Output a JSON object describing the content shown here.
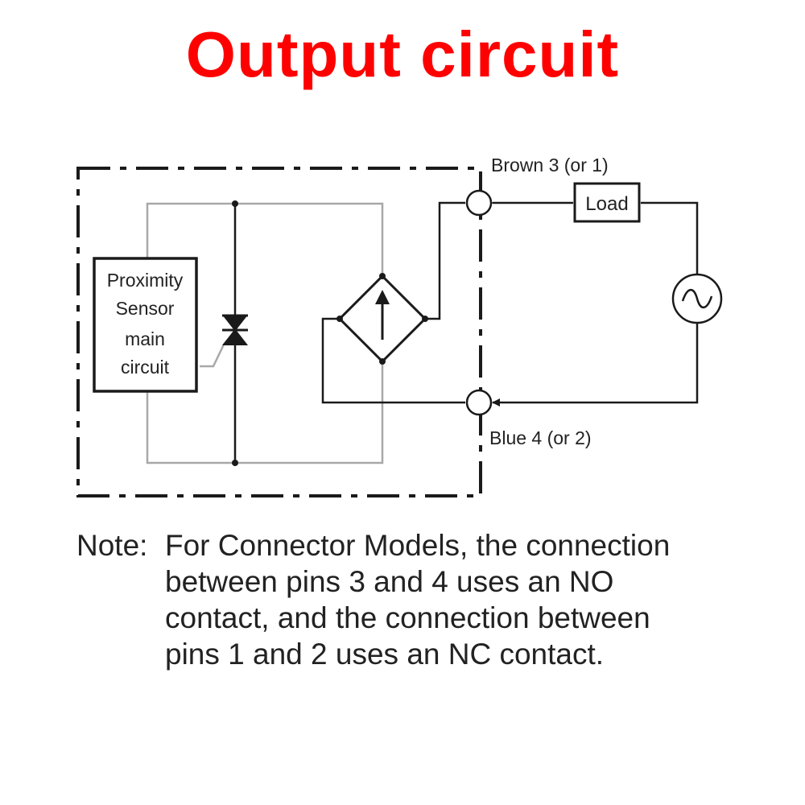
{
  "title": "Output circuit",
  "colors": {
    "title": "#ff0000",
    "line": "#1a1a1a",
    "internal_line": "#a8a8a8",
    "text": "#222222"
  },
  "diagram": {
    "sensor_box_lines": [
      "Proximity",
      "Sensor",
      "main",
      "circuit"
    ],
    "terminal_top_label": "Brown 3 (or 1)",
    "terminal_bottom_label": "Blue 4 (or 2)",
    "load_label": "Load",
    "source_icon": "ac-source-icon",
    "bridge_icon": "diode-bridge-icon",
    "thyristor_icon": "thyristor-icon"
  },
  "note": {
    "label": "Note:",
    "lines": [
      "For Connector Models, the connection",
      "between pins 3 and 4 uses an NO",
      "contact, and the connection between",
      "pins 1 and 2 uses an NC contact."
    ]
  }
}
